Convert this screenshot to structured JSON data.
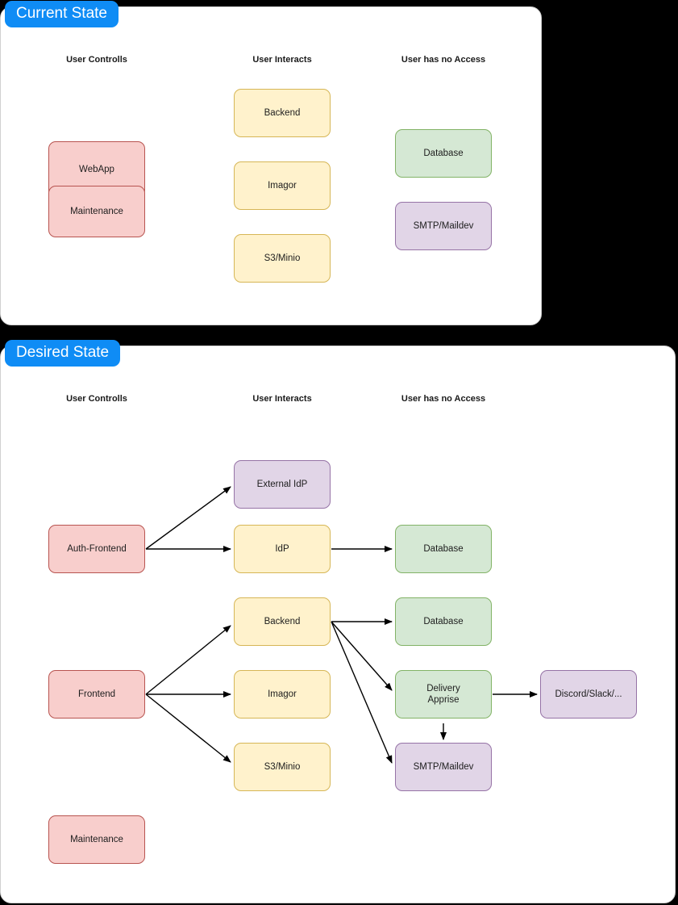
{
  "diagram": {
    "title_tabs": [
      "Current State",
      "Desired State"
    ],
    "accent_color": "#0f8cf5",
    "palette": {
      "red_fill": "#f8cecc",
      "red_stroke": "#b85450",
      "yellow_fill": "#fff2cc",
      "yellow_stroke": "#d6b656",
      "green_fill": "#d5e8d4",
      "green_stroke": "#82b366",
      "purple_fill": "#e1d5e7",
      "purple_stroke": "#9673a6",
      "panel_bg": "#ffffff",
      "page_bg": "#000000"
    },
    "column_headers": [
      "User Controlls",
      "User Interacts",
      "User has no Access"
    ]
  },
  "current_state": {
    "tab_label": "Current State",
    "columns": [
      {
        "header": "User Controlls"
      },
      {
        "header": "User Interacts"
      },
      {
        "header": "User has no Access"
      }
    ],
    "nodes": [
      {
        "id": "cs-webapp",
        "label": "WebApp",
        "color": "red"
      },
      {
        "id": "cs-maintenance",
        "label": "Maintenance",
        "color": "red"
      },
      {
        "id": "cs-backend",
        "label": "Backend",
        "color": "yellow"
      },
      {
        "id": "cs-imagor",
        "label": "Imagor",
        "color": "yellow"
      },
      {
        "id": "cs-s3minio",
        "label": "S3/Minio",
        "color": "yellow"
      },
      {
        "id": "cs-database",
        "label": "Database",
        "color": "green"
      },
      {
        "id": "cs-smtp",
        "label": "SMTP/Maildev",
        "color": "purple"
      }
    ],
    "edges": []
  },
  "desired_state": {
    "tab_label": "Desired State",
    "columns": [
      {
        "header": "User Controlls"
      },
      {
        "header": "User Interacts"
      },
      {
        "header": "User has no Access"
      }
    ],
    "nodes": [
      {
        "id": "ds-auth-frontend",
        "label": "Auth-Frontend",
        "color": "red"
      },
      {
        "id": "ds-frontend",
        "label": "Frontend",
        "color": "red"
      },
      {
        "id": "ds-maintenance",
        "label": "Maintenance",
        "color": "red"
      },
      {
        "id": "ds-external-idp",
        "label": "External IdP",
        "color": "purple"
      },
      {
        "id": "ds-idp",
        "label": "IdP",
        "color": "yellow"
      },
      {
        "id": "ds-backend",
        "label": "Backend",
        "color": "yellow"
      },
      {
        "id": "ds-imagor",
        "label": "Imagor",
        "color": "yellow"
      },
      {
        "id": "ds-s3minio",
        "label": "S3/Minio",
        "color": "yellow"
      },
      {
        "id": "ds-database-idp",
        "label": "Database",
        "color": "green"
      },
      {
        "id": "ds-database-be",
        "label": "Database",
        "color": "green"
      },
      {
        "id": "ds-delivery",
        "label": "Delivery\nApprise",
        "color": "green"
      },
      {
        "id": "ds-smtp",
        "label": "SMTP/Maildev",
        "color": "purple"
      },
      {
        "id": "ds-discord",
        "label": "Discord/Slack/...",
        "color": "purple"
      }
    ],
    "edges": [
      {
        "from": "ds-auth-frontend",
        "to": "ds-external-idp"
      },
      {
        "from": "ds-auth-frontend",
        "to": "ds-idp"
      },
      {
        "from": "ds-idp",
        "to": "ds-database-idp"
      },
      {
        "from": "ds-frontend",
        "to": "ds-backend"
      },
      {
        "from": "ds-frontend",
        "to": "ds-imagor"
      },
      {
        "from": "ds-frontend",
        "to": "ds-s3minio"
      },
      {
        "from": "ds-backend",
        "to": "ds-database-be"
      },
      {
        "from": "ds-backend",
        "to": "ds-delivery"
      },
      {
        "from": "ds-backend",
        "to": "ds-smtp"
      },
      {
        "from": "ds-delivery",
        "to": "ds-smtp"
      },
      {
        "from": "ds-delivery",
        "to": "ds-discord"
      }
    ]
  }
}
